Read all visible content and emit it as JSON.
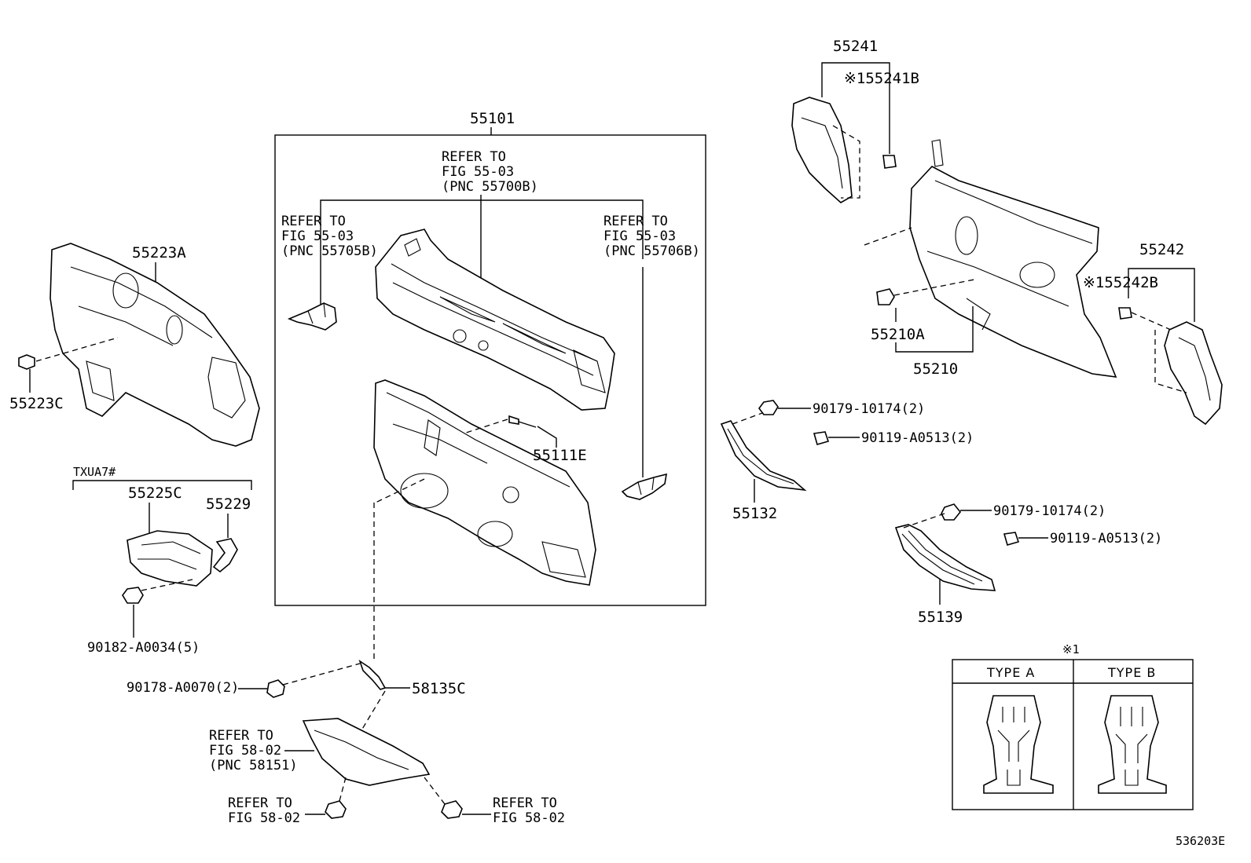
{
  "group_box": {
    "label": "55101"
  },
  "refer_top": {
    "line1": "REFER TO",
    "line2": "FIG 55-03",
    "line3": "(PNC 55700B)"
  },
  "refer_left": {
    "line1": "REFER TO",
    "line2": "FIG 55-03",
    "line3": "(PNC 55705B)"
  },
  "refer_right": {
    "line1": "REFER TO",
    "line2": "FIG 55-03",
    "line3": "(PNC 55706B)"
  },
  "refer_58151": {
    "line1": "REFER TO",
    "line2": "FIG 58-02",
    "line3": "(PNC 58151)"
  },
  "refer_bl": {
    "line1": "REFER TO",
    "line2": "FIG 58-02"
  },
  "refer_br": {
    "line1": "REFER TO",
    "line2": "FIG 58-02"
  },
  "labels": {
    "p55223A": "55223A",
    "p55223C": "55223C",
    "txua7": "TXUA7#",
    "p55225C": "55225C",
    "p55229": "55229",
    "p90182": "90182-A0034(5)",
    "p55111E": "55111E",
    "p90178": "90178-A0070(2)",
    "p58135C": "58135C",
    "p55241": "55241",
    "p55241B": "※155241B",
    "p55242": "55242",
    "p55242B": "※155242B",
    "p55210A": "55210A",
    "p55210": "55210",
    "p90179a": "90179-10174(2)",
    "p90119a": "90119-A0513(2)",
    "p55132": "55132",
    "p90179b": "90179-10174(2)",
    "p90119b": "90119-A0513(2)",
    "p55139": "55139",
    "diagram_id": "536203E"
  },
  "type_table": {
    "marker": "※1",
    "col1": "TYPE A",
    "col2": "TYPE B"
  }
}
